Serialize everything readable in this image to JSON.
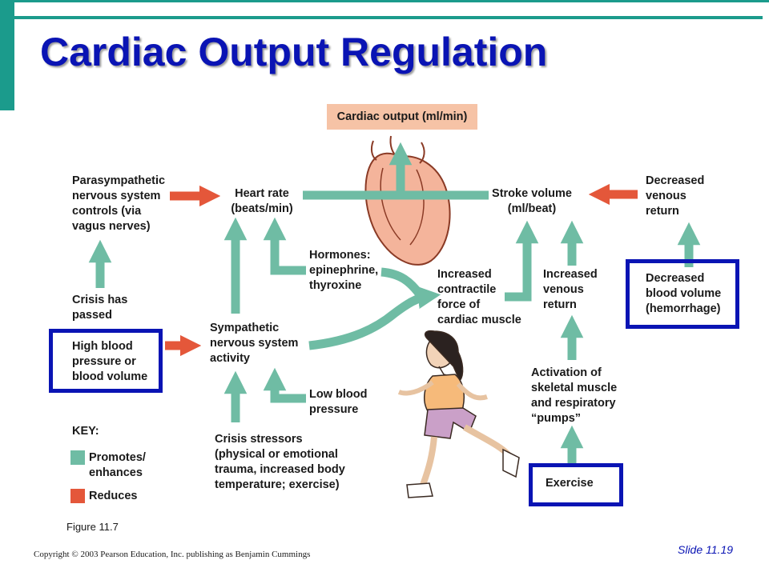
{
  "title": "Cardiac Output Regulation",
  "colors": {
    "promotes": "#6fbca4",
    "reduces": "#e4573a",
    "highlight": "#0a14b4",
    "teal_bar": "#1b9b8c",
    "cardiac_output_box": "#f6c3a6"
  },
  "nodes": {
    "cardiac_output": "Cardiac output (ml/min)",
    "heart_rate": "Heart rate\n(beats/min)",
    "stroke_volume": "Stroke volume\n(ml/beat)",
    "parasympathetic": "Parasympathetic\nnervous system\ncontrols (via\nvagus nerves)",
    "decreased_venous_return": "Decreased\nvenous\nreturn",
    "hormones": "Hormones:\nepinephrine,\nthyroxine",
    "increased_contractile": "Increased\ncontractile\nforce of\ncardiac muscle",
    "increased_venous_return": "Increased\nvenous\nreturn",
    "decreased_blood_volume": "Decreased\nblood volume\n(hemorrhage)",
    "crisis_passed": "Crisis has\npassed",
    "high_blood_pressure": "High blood\npressure or\nblood volume",
    "sympathetic": "Sympathetic\nnervous system\nactivity",
    "low_blood_pressure": "Low blood\npressure",
    "activation_skeletal": "Activation of\nskeletal muscle\nand respiratory\n“pumps”",
    "crisis_stressors": "Crisis stressors\n(physical or emotional\ntrauma, increased body\ntemperature; exercise)",
    "exercise": "Exercise"
  },
  "key": {
    "title": "KEY:",
    "promotes": "Promotes/\nenhances",
    "reduces": "Reduces"
  },
  "figure": "Figure 11.7",
  "copyright": "Copyright © 2003 Pearson Education, Inc. publishing as Benjamin Cummings",
  "slide": "Slide 11.19"
}
